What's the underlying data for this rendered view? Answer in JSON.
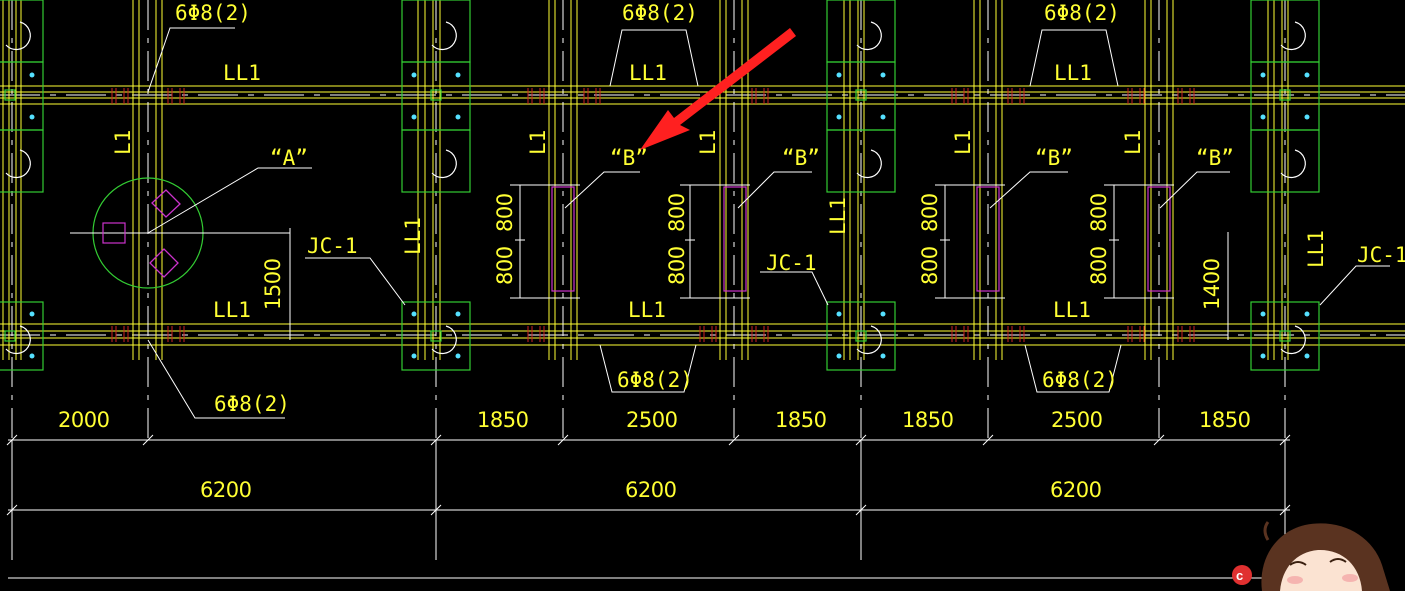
{
  "drawing": {
    "rebar_label": "6Φ8(2)",
    "beam_ll1": "LL1",
    "beam_l1": "L1",
    "footing_jc1": "JC-1",
    "section_a": "“A”",
    "section_b": "“B”"
  },
  "dimensions": {
    "d_2000": "2000",
    "d_1850": "1850",
    "d_2500": "2500",
    "d_6200": "6200",
    "d_800": "800",
    "d_1500": "1500",
    "d_1400": "1400"
  },
  "colors": {
    "background": "#000000",
    "text": "#ffff33",
    "beam_lines": "#ffff33",
    "footing_outline": "#33cc33",
    "opening": "#cc33cc",
    "stirrup_marks": "#cc2222",
    "dimension_lines": "#ffffff",
    "annotation_arrow": "#ff2020"
  },
  "icons": {
    "arrow": "red-arrow-icon",
    "watermark": "cartoon-avatar-icon"
  }
}
